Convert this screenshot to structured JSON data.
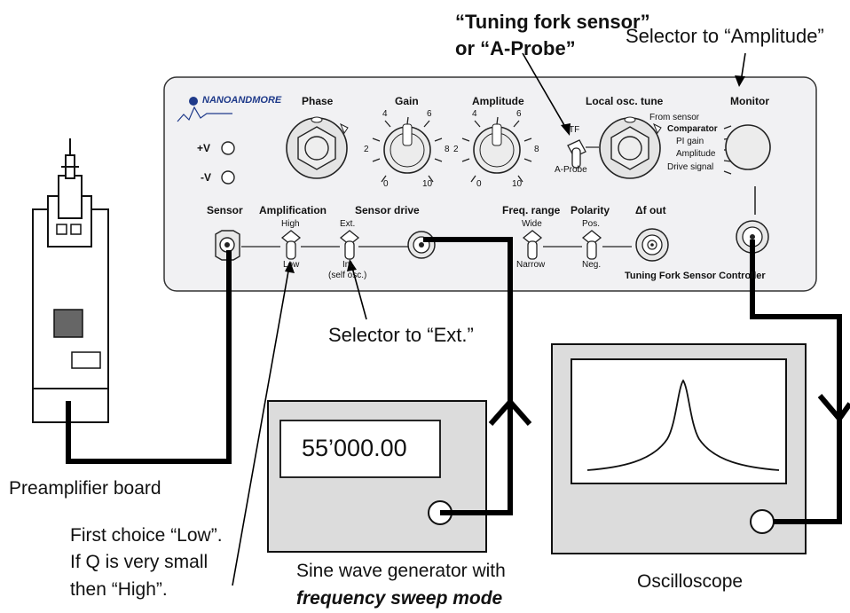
{
  "annotations": {
    "sensor_choice_line1": "“Tuning fork sensor”",
    "sensor_choice_line2": "or “A-Probe”",
    "monitor_selector": "Selector to “Amplitude”",
    "drive_selector": "Selector to “Ext.”",
    "amp_choice_line1": "First choice “Low”.",
    "amp_choice_line2": "If Q is very small",
    "amp_choice_line3": "then “High”."
  },
  "preamplifier": {
    "label": "Preamplifier board"
  },
  "generator": {
    "display_value": "55’000.00",
    "caption_line1": "Sine wave generator with",
    "caption_line2": "frequency sweep mode"
  },
  "oscilloscope": {
    "caption": "Oscilloscope"
  },
  "controller": {
    "brand": "NANOANDMORE",
    "model": "Tuning Fork Sensor Controller",
    "plus_v": "+V",
    "minus_v": "-V",
    "knobs": {
      "phase": "Phase",
      "gain": "Gain",
      "amplitude": "Amplitude",
      "local_osc": "Local osc. tune",
      "monitor": "Monitor"
    },
    "scale": {
      "zero": "0",
      "two": "2",
      "four": "4",
      "six": "6",
      "eight": "8",
      "ten": "10"
    },
    "switch_tf": {
      "top": "TF",
      "bottom": "A-Probe"
    },
    "monitor_options": [
      "From sensor",
      "Comparator",
      "PI gain",
      "Amplitude",
      "Drive signal"
    ],
    "sections": {
      "sensor": "Sensor",
      "amplification": "Amplification",
      "sensor_drive": "Sensor drive",
      "freq_range": "Freq. range",
      "polarity": "Polarity",
      "df_out": "Δf out"
    },
    "switches": {
      "amp_high": "High",
      "amp_low": "Low",
      "drive_ext": "Ext.",
      "drive_int": "Int.",
      "drive_self": "(self osc.)",
      "freq_wide": "Wide",
      "freq_narrow": "Narrow",
      "pol_pos": "Pos.",
      "pol_neg": "Neg."
    }
  },
  "colors": {
    "panel": "#f1f1f3",
    "wire": "#000000",
    "module": "#dcdcdc",
    "screen": "#ffffff"
  }
}
